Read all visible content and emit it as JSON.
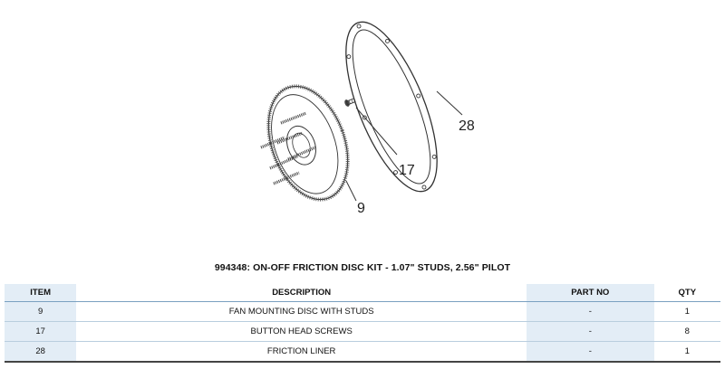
{
  "diagram": {
    "callouts": [
      {
        "id": "9",
        "label": "9"
      },
      {
        "id": "17",
        "label": "17"
      },
      {
        "id": "28",
        "label": "28"
      }
    ]
  },
  "kit_title": "994348: ON-OFF FRICTION DISC KIT - 1.07\" STUDS, 2.56\" PILOT",
  "table": {
    "headers": {
      "item": "ITEM",
      "description": "DESCRIPTION",
      "part_no": "PART NO",
      "qty": "QTY"
    },
    "rows": [
      {
        "item": "9",
        "description": "FAN MOUNTING DISC WITH STUDS",
        "part_no": "-",
        "qty": "1"
      },
      {
        "item": "17",
        "description": "BUTTON HEAD SCREWS",
        "part_no": "-",
        "qty": "8"
      },
      {
        "item": "28",
        "description": "FRICTION LINER",
        "part_no": "-",
        "qty": "1"
      }
    ]
  }
}
